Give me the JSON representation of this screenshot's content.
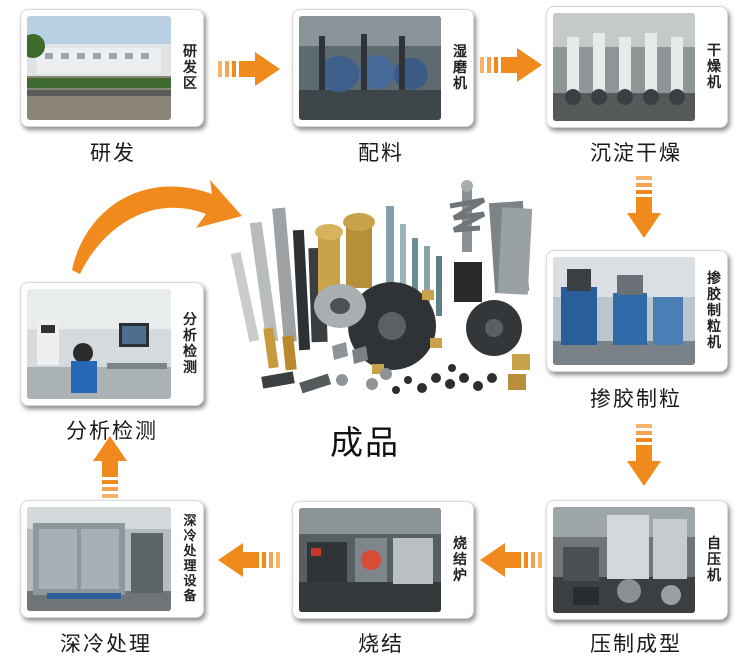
{
  "center": {
    "label": "成品"
  },
  "steps": [
    {
      "id": "rd",
      "caption": "研发",
      "photo_label": "研发区"
    },
    {
      "id": "batching",
      "caption": "配料",
      "photo_label": "湿磨机"
    },
    {
      "id": "dry",
      "caption": "沉淀干燥",
      "photo_label": "干燥机"
    },
    {
      "id": "gran",
      "caption": "掺胶制粒",
      "photo_label": "掺胶制粒机"
    },
    {
      "id": "press",
      "caption": "压制成型",
      "photo_label": "自压机"
    },
    {
      "id": "sinter",
      "caption": "烧结",
      "photo_label": "烧结炉"
    },
    {
      "id": "cryo",
      "caption": "深冷处理",
      "photo_label": "深冷处理设备"
    },
    {
      "id": "inspect",
      "caption": "分析检测",
      "photo_label": "分析检测"
    }
  ],
  "colors": {
    "arrow": "#f08a1c",
    "arrow_light": "#f7b36a"
  }
}
